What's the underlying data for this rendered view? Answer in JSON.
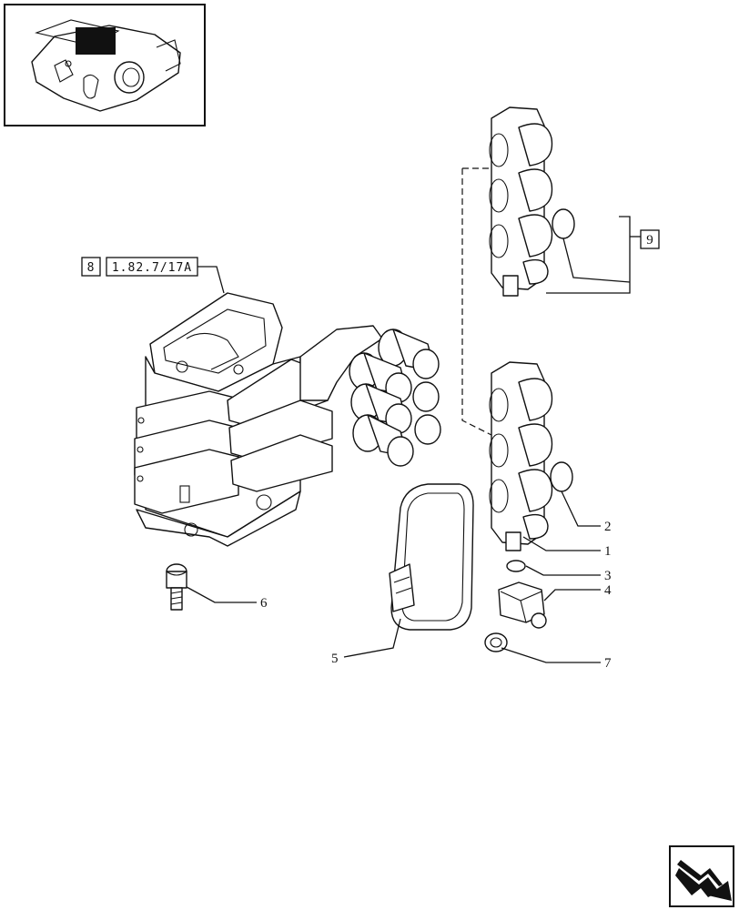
{
  "diagram": {
    "callouts": {
      "c1": "1",
      "c2": "2",
      "c3": "3",
      "c4": "4",
      "c5": "5",
      "c6": "6",
      "c7": "7",
      "c9": "9"
    },
    "reference": {
      "box_number": "8",
      "code": "1.82.7/17A"
    }
  },
  "icons": {
    "thumbnail": "tractor-rear-housing-thumbnail",
    "navigation": "next-page-arrow-icon"
  }
}
